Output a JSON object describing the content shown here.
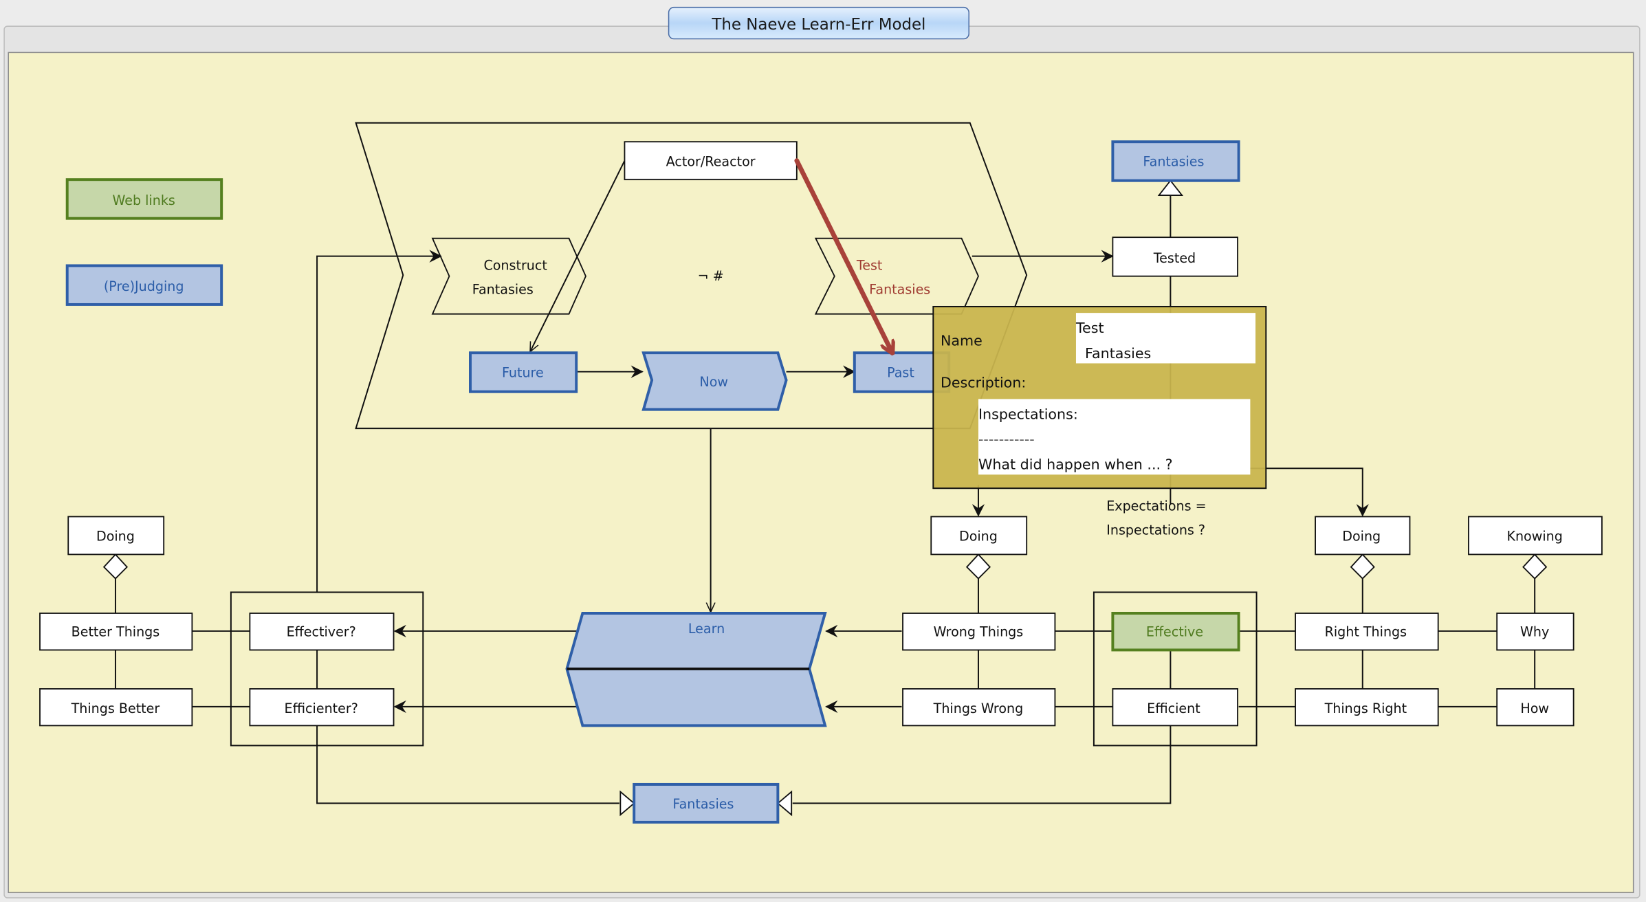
{
  "window": {
    "title": "The Naeve Learn-Err Model",
    "canvas_color": "#f5f2c8"
  },
  "legend": {
    "web_links": "Web links",
    "prejudging": "(Pre)Judging"
  },
  "colors": {
    "blue_fill": "#b3c5e2",
    "blue_stroke": "#2f5fa8",
    "green_fill": "#c6d7a9",
    "green_stroke": "#55801f",
    "highlight_arrow": "#a8423a",
    "tooltip_fill": "#c9b54e"
  },
  "top_process": {
    "actor_reactor": "Actor/Reactor",
    "construct_fantasies": [
      "Construct",
      "Fantasies"
    ],
    "not_hash": "¬ #",
    "test_fantasies": [
      "Test",
      "Fantasies"
    ],
    "future": "Future",
    "now": "Now",
    "past": "Past"
  },
  "top_right": {
    "fantasies": "Fantasies",
    "tested": "Tested",
    "expectations_note": [
      "Expectations =",
      "Inspectations ?"
    ]
  },
  "learn": {
    "label": "Learn"
  },
  "left_group": {
    "doing": "Doing",
    "better_things": "Better Things",
    "things_better": "Things Better",
    "effectiver": "Effectiver?",
    "efficienter": "Efficienter?"
  },
  "middle_group": {
    "doing": "Doing",
    "wrong_things": "Wrong Things",
    "things_wrong": "Things Wrong"
  },
  "right_group": {
    "effective": "Effective",
    "efficient": "Efficient",
    "doing": "Doing",
    "right_things": "Right Things",
    "things_right": "Things Right",
    "knowing": "Knowing",
    "why": "Why",
    "how": "How"
  },
  "bottom": {
    "fantasies": "Fantasies"
  },
  "tooltip": {
    "name_label": "Name",
    "name_value": [
      "Test",
      "  Fantasies"
    ],
    "description_label": "Description:",
    "description_lines": [
      "Inspectations:",
      "-----------",
      "What did happen when ... ?"
    ]
  }
}
